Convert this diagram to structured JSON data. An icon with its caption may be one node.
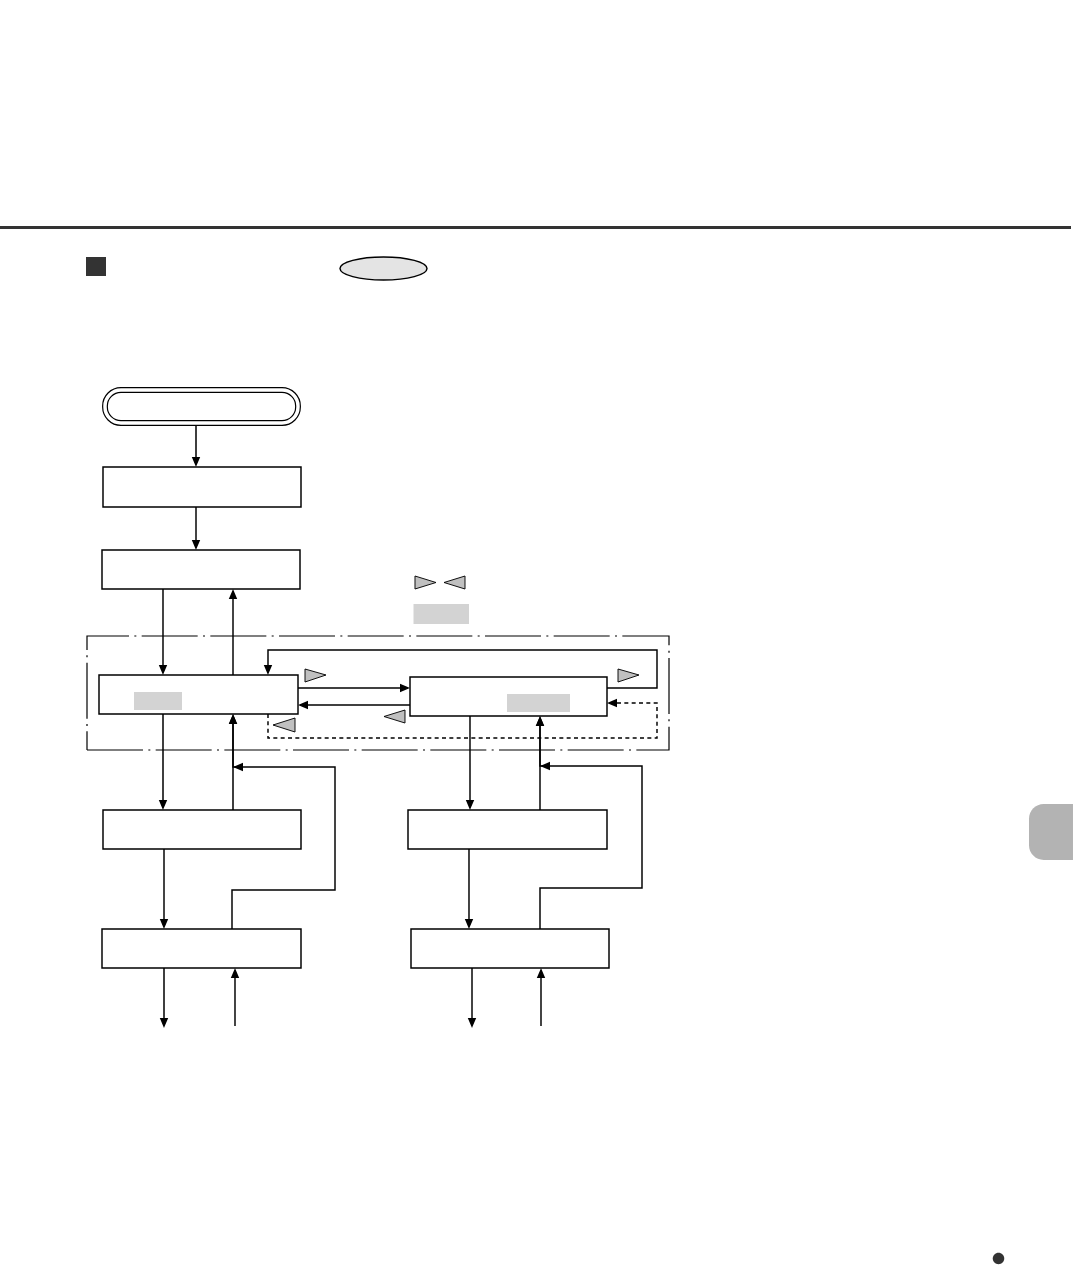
{
  "diagram": {
    "nodes": [
      {
        "text": [],
        "shape": "oval"
      },
      {
        "text": [],
        "shape": "capsule"
      },
      {
        "text": [],
        "shape": "box"
      },
      {
        "text": [],
        "shape": "box"
      },
      {
        "text": [],
        "shape": "box"
      },
      {
        "text": [],
        "shape": "box",
        "in": 4
      },
      {
        "text": [],
        "shape": "box",
        "in": 4
      },
      {
        "text": [],
        "shape": "box"
      },
      {
        "text": [],
        "shape": "box"
      },
      {
        "text": [],
        "shape": "box"
      },
      {
        "text": [],
        "shape": "box"
      }
    ],
    "edges": [
      {
        "from": 1,
        "to": 2,
        "arrow": "to"
      },
      {
        "from": 2,
        "to": 3,
        "arrow": "to"
      },
      {
        "from": 3,
        "to": 5,
        "arrow": "to"
      },
      {
        "from": 5,
        "to": 3,
        "arrow": "to"
      },
      {
        "from": 5,
        "to": 6,
        "arrow": "to"
      },
      {
        "from": 6,
        "to": 5,
        "arrow": "to"
      },
      {
        "from": 6,
        "to": 5,
        "arrow": "to"
      },
      {
        "from": 5,
        "to": 6,
        "arrow": "to",
        "style": "dashed"
      },
      {
        "from": 5,
        "to": 7,
        "arrow": "to"
      },
      {
        "from": 7,
        "to": 5,
        "arrow": "to"
      },
      {
        "from": 9,
        "to": 5,
        "arrow": "to"
      },
      {
        "from": 7,
        "to": 9,
        "arrow": "to"
      },
      {
        "from": 9,
        "to": null,
        "arrow": "to"
      },
      {
        "from": null,
        "to": 9,
        "arrow": "to"
      },
      {
        "from": 6,
        "to": 8,
        "arrow": "to"
      },
      {
        "from": 8,
        "to": 6,
        "arrow": "to"
      },
      {
        "from": 10,
        "to": 6,
        "arrow": "to"
      },
      {
        "from": 8,
        "to": 10,
        "arrow": "to"
      },
      {
        "from": 10,
        "to": null,
        "arrow": "to"
      },
      {
        "from": null,
        "to": 10,
        "arrow": "to"
      }
    ]
  }
}
